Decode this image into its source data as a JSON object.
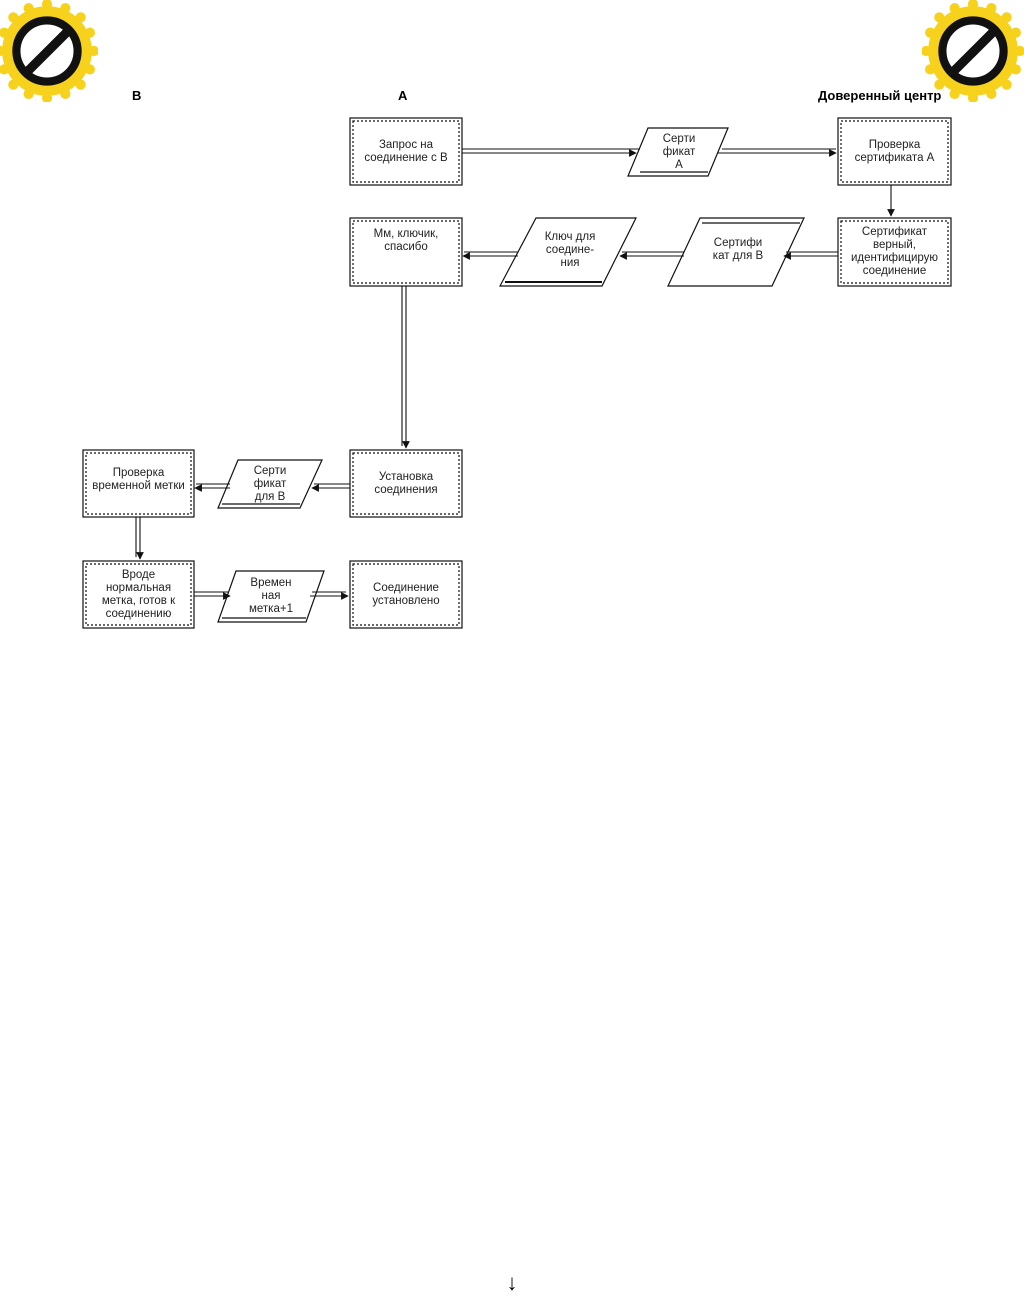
{
  "columns": {
    "b": "В",
    "a": "А",
    "trusted_center": "Доверенный центр"
  },
  "nodes": {
    "request": [
      "Запрос на",
      "соединение с В"
    ],
    "cert_a": [
      "Серти",
      "фикат",
      "А"
    ],
    "check_cert_a": [
      "Проверка",
      "сертификата А"
    ],
    "cert_valid": [
      "Сертификат",
      "верный,",
      "идентифицирую",
      "соединение"
    ],
    "cert_for_b_top": [
      "Сертифи",
      "кат для В"
    ],
    "conn_key": [
      "Ключ для",
      "соедине-",
      "ния"
    ],
    "thanks": [
      "Мм, ключик,",
      "спасибо"
    ],
    "establish": [
      "Установка",
      "соединения"
    ],
    "cert_for_b": [
      "Серти",
      "фикат",
      "для В"
    ],
    "check_timestamp": [
      "Проверка",
      "временной метки"
    ],
    "normal_stamp": [
      "Вроде",
      "нормальная",
      "метка, готов к",
      "соединению"
    ],
    "timestamp_plus": [
      "Времен",
      "ная",
      "метка+1"
    ],
    "established": [
      "Соединение",
      "установлено"
    ]
  },
  "icons": {
    "left_badge": "no-entry-icon",
    "right_badge": "no-entry-icon",
    "bottom": "arrow-down-icon"
  },
  "colors": {
    "badge_gear": "#f6d21d",
    "badge_ring": "#111111",
    "stroke": "#111111"
  },
  "bottom_arrow": "↓"
}
